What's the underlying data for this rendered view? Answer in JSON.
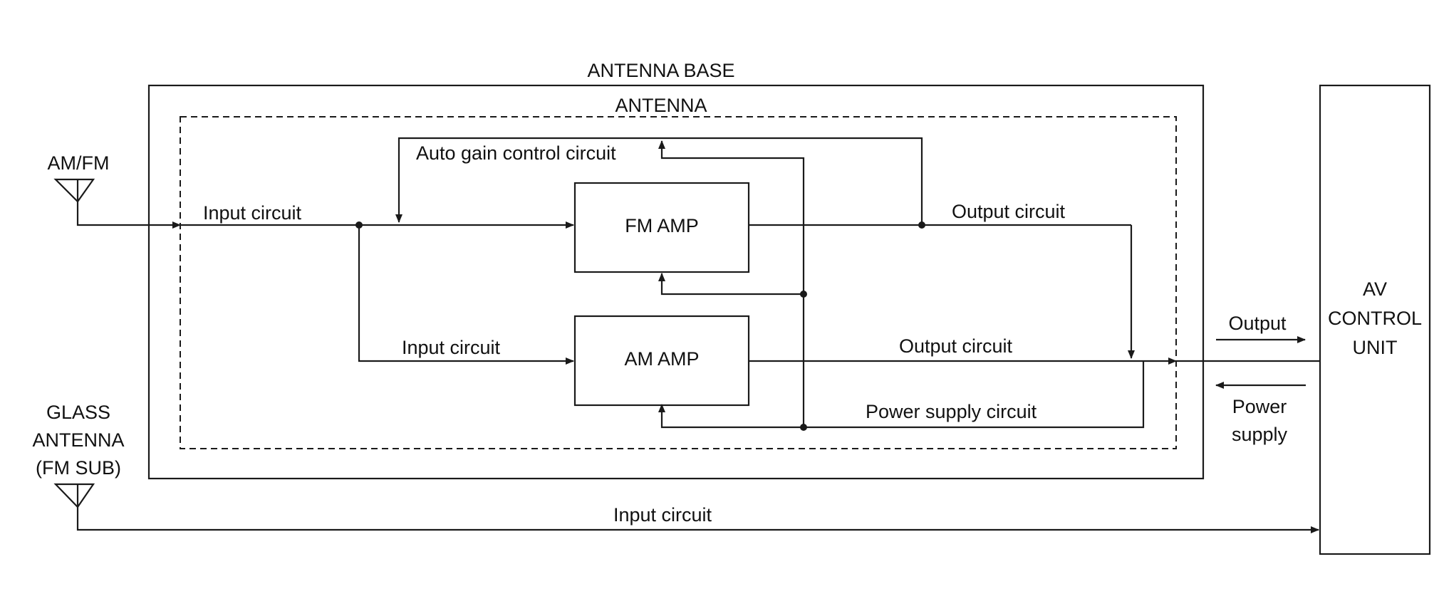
{
  "labels": {
    "antenna_base": "ANTENNA BASE",
    "antenna": "ANTENNA",
    "am_fm": "AM/FM",
    "glass_antenna_line1": "GLASS",
    "glass_antenna_line2": "ANTENNA",
    "glass_antenna_line3": "(FM SUB)",
    "auto_gain": "Auto gain control circuit",
    "input_circuit_top": "Input circuit",
    "input_circuit_mid": "Input circuit",
    "input_circuit_bottom": "Input circuit",
    "output_circuit_top": "Output circuit",
    "output_circuit_mid": "Output circuit",
    "power_supply_circuit": "Power supply circuit",
    "fm_amp": "FM AMP",
    "am_amp": "AM AMP",
    "av_line1": "AV",
    "av_line2": "CONTROL",
    "av_line3": "UNIT",
    "output": "Output",
    "power_line1": "Power",
    "power_line2": "supply"
  }
}
